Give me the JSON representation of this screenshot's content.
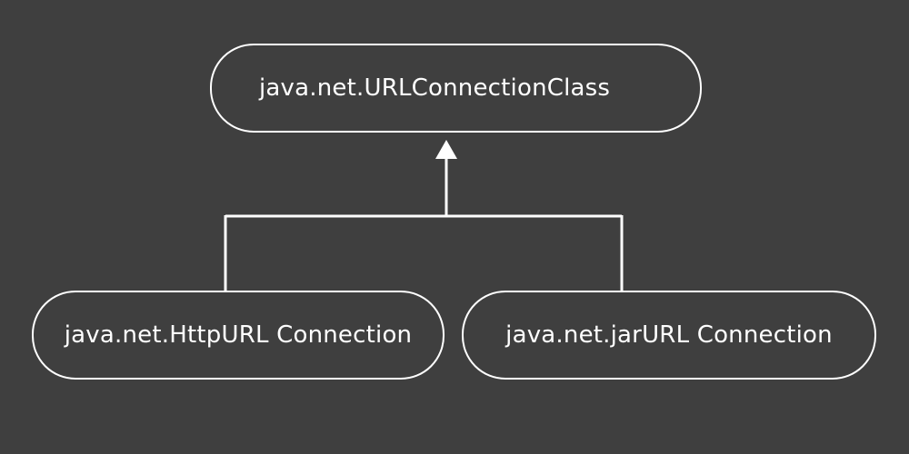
{
  "diagram": {
    "parent": {
      "label": "java.net.URLConnectionClass"
    },
    "children": [
      {
        "label": "java.net.HttpURL Connection"
      },
      {
        "label": "java.net.jarURL Connection"
      }
    ]
  },
  "colors": {
    "background": "#3f3f3f",
    "stroke": "#ffffff",
    "text": "#ffffff"
  }
}
